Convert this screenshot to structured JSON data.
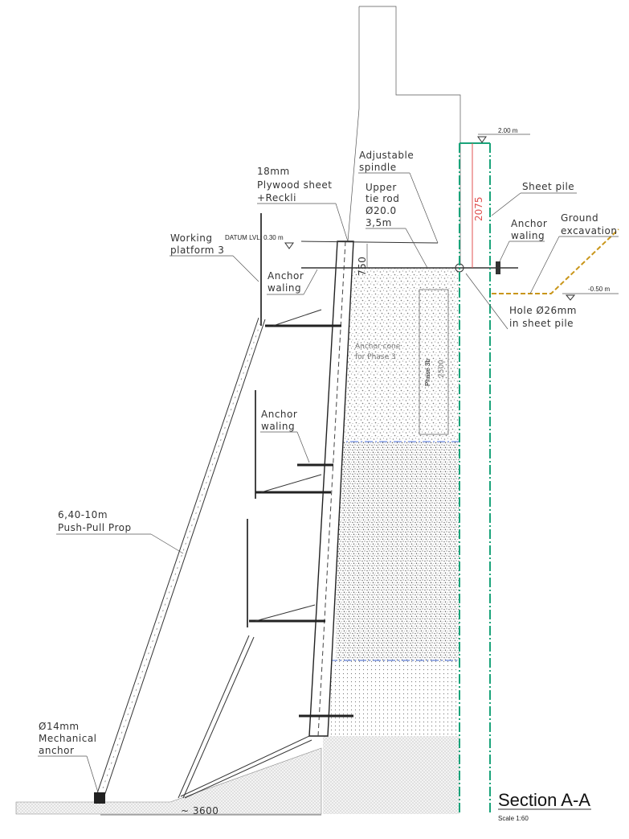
{
  "drawing": {
    "title": "Section A-A",
    "scale": "Scale 1:60",
    "elevations": {
      "top": "2.00 m",
      "datum": "DATUM LVL: 0.30 m",
      "excavation": "-0.50 m"
    },
    "dimensions": {
      "height_red": "2075",
      "spacing": "750",
      "base": "~ 3600",
      "phase_height": "2500"
    },
    "labels": {
      "adjustable_spindle": [
        "Adjustable",
        "spindle"
      ],
      "plywood": [
        "18mm",
        "Plywood sheet",
        "+Reckli"
      ],
      "upper_tie_rod": [
        "Upper",
        "tie rod",
        "Ø20.0",
        "3,5m"
      ],
      "sheet_pile": "Sheet pile",
      "anchor_waling_right": [
        "Anchor",
        "waling"
      ],
      "ground_excavation": [
        "Ground",
        "excavation"
      ],
      "hole": [
        "Hole Ø26mm",
        "in sheet pile"
      ],
      "working_platform": [
        "Working",
        "platform 3"
      ],
      "anchor_waling_top": [
        "Anchor",
        "waling"
      ],
      "anchor_waling_mid": [
        "Anchor",
        "waling"
      ],
      "push_pull_prop": [
        "6,40-10m",
        "Push-Pull Prop"
      ],
      "mechanical_anchor": [
        "Ø14mm",
        "Mechanical",
        "anchor"
      ],
      "phase": "Phase 3b",
      "anchor_cone": [
        "Anchor cone",
        "for Phase 3"
      ]
    },
    "colors": {
      "sheet_pile": "#1aa37a",
      "dimension": "#e05050",
      "excavation": "#c9961a",
      "pour_line": "#4a6fd8"
    }
  }
}
